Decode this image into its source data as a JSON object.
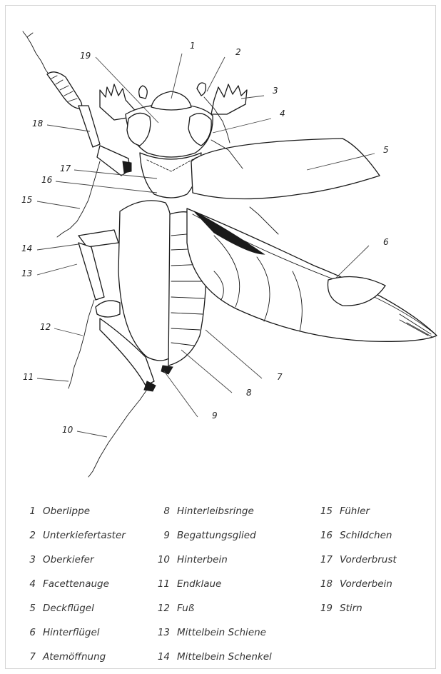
{
  "callouts": [
    {
      "n": "1"
    },
    {
      "n": "2"
    },
    {
      "n": "3"
    },
    {
      "n": "4"
    },
    {
      "n": "5"
    },
    {
      "n": "6"
    },
    {
      "n": "7"
    },
    {
      "n": "8"
    },
    {
      "n": "9"
    },
    {
      "n": "10"
    },
    {
      "n": "11"
    },
    {
      "n": "12"
    },
    {
      "n": "13"
    },
    {
      "n": "14"
    },
    {
      "n": "15"
    },
    {
      "n": "16"
    },
    {
      "n": "17"
    },
    {
      "n": "18"
    },
    {
      "n": "19"
    }
  ],
  "legend": [
    {
      "num": "1",
      "label": "Oberlippe"
    },
    {
      "num": "2",
      "label": "Unterkiefertaster"
    },
    {
      "num": "3",
      "label": "Oberkiefer"
    },
    {
      "num": "4",
      "label": "Facettenauge"
    },
    {
      "num": "5",
      "label": "Deckflügel"
    },
    {
      "num": "6",
      "label": "Hinterflügel"
    },
    {
      "num": "7",
      "label": "Atemöffnung"
    },
    {
      "num": "8",
      "label": "Hinterleibsringe"
    },
    {
      "num": "9",
      "label": "Begattungsglied"
    },
    {
      "num": "10",
      "label": "Hinterbein"
    },
    {
      "num": "11",
      "label": "Endklaue"
    },
    {
      "num": "12",
      "label": "Fuß"
    },
    {
      "num": "13",
      "label": "Mittelbein Schiene"
    },
    {
      "num": "14",
      "label": "Mittelbein Schenkel"
    },
    {
      "num": "15",
      "label": "Fühler"
    },
    {
      "num": "16",
      "label": "Schildchen"
    },
    {
      "num": "17",
      "label": "Vorderbrust"
    },
    {
      "num": "18",
      "label": "Vorderbein"
    },
    {
      "num": "19",
      "label": "Stirn"
    }
  ]
}
